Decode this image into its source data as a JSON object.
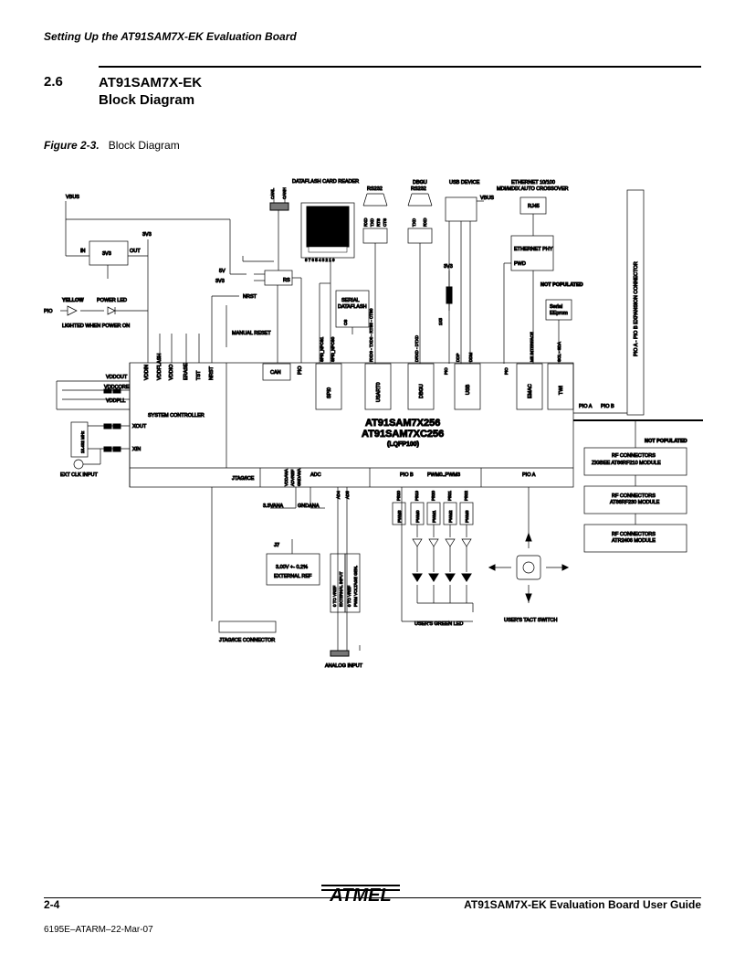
{
  "header": {
    "running_title": "Setting Up the AT91SAM7X-EK Evaluation Board"
  },
  "section": {
    "number": "2.6",
    "title_line1": "AT91SAM7X-EK",
    "title_line2": "Block Diagram"
  },
  "figure": {
    "label": "Figure 2-3.",
    "title": "Block Diagram"
  },
  "diagram": {
    "top": {
      "dataflash": "DATAFLASH CARD READER",
      "rs232": "RS232",
      "dbgu": "DBGU",
      "dbgu_rs232": "RS232",
      "usb": "USB DEVICE",
      "eth1": "ETHERNET 10/100",
      "eth2": "MDI/MDIX AUTO CROSSOVER",
      "rj45": "RJ45",
      "canl": "CANL",
      "canh": "CANH",
      "vbus_usb": "VBUS",
      "card_pins": "8 7 6 5 4 3 2 1 9"
    },
    "power": {
      "vbus": "VBUS",
      "in": "IN",
      "reg": "3V3",
      "out": "OUT",
      "v33": "3V3",
      "v5": "5V",
      "v33b": "3V3",
      "rs": "RS",
      "v33c": "3V3"
    },
    "led": {
      "yellow": "YELLOW",
      "power_led": "POWER LED",
      "pio": "PIO",
      "lighted": "LIGHTED WHEN POWER ON"
    },
    "reset": {
      "nrst": "NRST",
      "manual": "MANUAL RESET"
    },
    "chip_pins": [
      "VDDIN",
      "VDDFLASH",
      "VDDIO",
      "ERASE",
      "TST",
      "NRST"
    ],
    "blocks": {
      "can": "CAN",
      "spi": "SPI0",
      "usart": "USART0",
      "dbgu": "DBGU",
      "usb": "USB",
      "emac": "EMAC",
      "twi": "TWI",
      "pio_a": "PIO A",
      "pio_b": "PIO B",
      "jtag": "JTAG/ICE",
      "adc": "ADC",
      "pio_b2": "PIO B",
      "pwm": "PWM0..PWM3",
      "pio_a2": "PIO A"
    },
    "signals": {
      "pio1": "PIO",
      "spi": "SPI0_NPCS1",
      "spi2": "SPI0_NPCS0",
      "usart": "RXD0 - TXD0 - RTS0 - CTS0",
      "dbgu": "DRXD - DTXD",
      "pio2": "PIO",
      "ddp": "DDP",
      "ddm": "DDM",
      "pio3": "PIO",
      "mii": "MII INTERFACE",
      "twi": "SCL - SDA",
      "rxd": "RXD",
      "txd": "TXD",
      "rts": "RTS",
      "cts": "CTS",
      "txd2": "TXD",
      "rxd2": "RXD"
    },
    "chip": {
      "name1": "AT91SAM7X256",
      "name2": "AT91SAM7XC256",
      "pkg": "(LQFP100)",
      "sysctrl": "SYSTEM CONTROLLER"
    },
    "left": {
      "vddout": "VDDOUT",
      "vddcore": "VDDCORE",
      "vddpll": "VDDPLL",
      "xout": "XOUT",
      "xin": "XIN",
      "xtal": "18.432 MHz",
      "extclk": "EXT CLK INPUT"
    },
    "serial": {
      "df1": "SERIAL",
      "df2": "DATAFLASH",
      "cs": "CS",
      "ee1": "Serial",
      "ee2": "EEprom",
      "not_pop": "NOT POPULATED",
      "ephy": "ETHERNET PHY",
      "pwd": "PWD",
      "v33": "3V3",
      "res": "1K5"
    },
    "expansion": "PIO A - PIO B EXPANSION CONNECTOR",
    "rf": {
      "not_pop": "NOT POPULATED",
      "m1a": "RF CONNECTORS",
      "m1b": "ZIGBEE AT86RF210 MODULE",
      "m2a": "RF CONNECTORS",
      "m2b": "AT86RF230 MODULE",
      "m3a": "RF CONNECTORS",
      "m3b": "ATR2406 MODULE"
    },
    "analog": {
      "vdd": "VDDANA",
      "advref": "ADVREF",
      "gnd": "GNDANA",
      "ad4": "AD4",
      "ad5": "AD5",
      "v33ana": "3.3VANA",
      "gndana": "GNDANA",
      "j7": "J7",
      "ref1": "3.00V +- 0.2%",
      "ref2": "EXTERNAL REF",
      "box1a": "0 TO VREF",
      "box1b": "EXTERNAL INPUT",
      "box2a": "0 TO VREF",
      "box2b": "PWM VOLTAGE GEN.",
      "input": "ANALOG INPUT",
      "jtag": "JTAG/ICE CONNECTOR"
    },
    "pwm": {
      "pins": [
        "PB20",
        "PB19",
        "PB20",
        "PB21",
        "PB22"
      ],
      "names": [
        "PWM3",
        "PWM0",
        "PWM1",
        "PWM2",
        "PWM3"
      ],
      "leds": "USER'S GREEN LED",
      "switch": "USER'S TACT SWITCH"
    }
  },
  "footer": {
    "page": "2-4",
    "guide": "AT91SAM7X-EK Evaluation Board User Guide",
    "doc": "6195E–ATARM–22-Mar-07",
    "logo": "ATMEL"
  }
}
